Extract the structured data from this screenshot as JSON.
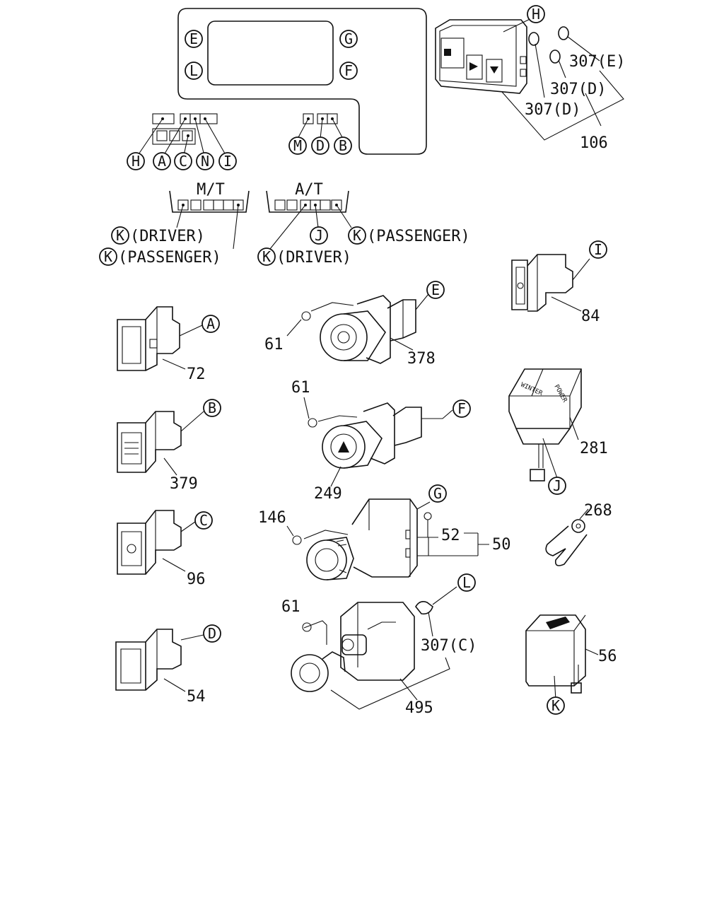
{
  "header": {
    "mt": "M/T",
    "at": "A/T",
    "k_driver_mt": "(DRIVER)",
    "k_passenger_mt": "(PASSENGER)",
    "k_driver_at": "(DRIVER)",
    "k_passenger_at": "(PASSENGER)"
  },
  "panel_letters": [
    "E",
    "G",
    "L",
    "F"
  ],
  "switch_letters": [
    "H",
    "A",
    "C",
    "N",
    "I",
    "M",
    "D",
    "B"
  ],
  "mt_k": [
    "K",
    "K"
  ],
  "at_k": [
    "K",
    "J",
    "K"
  ],
  "callouts": {
    "H": "H",
    "I": "I",
    "A": "A",
    "B": "B",
    "C": "C",
    "D": "D",
    "E": "E",
    "F": "F",
    "G": "G",
    "L": "L",
    "J": "J",
    "K": "K"
  },
  "part_numbers": {
    "p307e": "307(E)",
    "p307d1": "307(D)",
    "p307d2": "307(D)",
    "p106": "106",
    "p84": "84",
    "p72": "72",
    "p61a": "61",
    "p378": "378",
    "p61b": "61",
    "p249": "249",
    "p379": "379",
    "p281": "281",
    "p146": "146",
    "p52": "52",
    "p50": "50",
    "p268": "268",
    "p96": "96",
    "p61c": "61",
    "p307c": "307(C)",
    "p56": "56",
    "p495": "495",
    "p54": "54"
  },
  "button_text": {
    "power": "POWER",
    "winter": "WINTER"
  }
}
